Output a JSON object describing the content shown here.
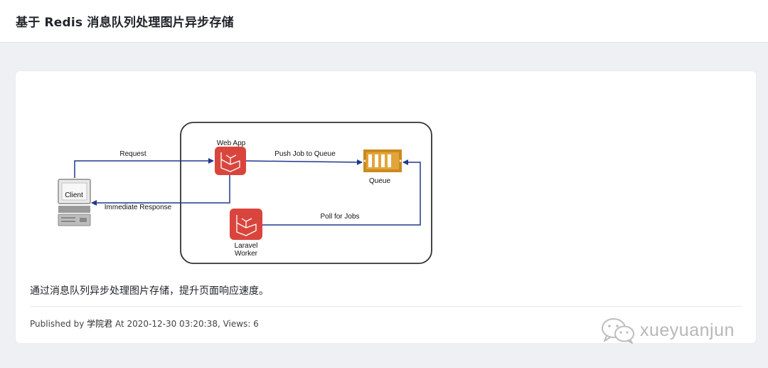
{
  "header": {
    "title": "基于 Redis 消息队列处理图片异步存储"
  },
  "diagram": {
    "nodes": {
      "client": "Client",
      "web_app": "Web App",
      "queue": "Queue",
      "worker_line1": "Laravel",
      "worker_line2": "Worker"
    },
    "edges": {
      "request": "Request",
      "immediate_response": "Immediate Response",
      "push_job": "Push Job to Queue",
      "poll_jobs": "Poll for Jobs"
    },
    "icons": [
      "computer-icon",
      "laravel-icon",
      "queue-icon"
    ],
    "colors": {
      "laravel_red": "#d9453d",
      "queue_gold": "#c98a1e",
      "arrow_blue": "#22378c"
    }
  },
  "post": {
    "caption": "通过消息队列异步处理图片存储，提升页面响应速度。",
    "meta_prefix": "Published by",
    "author": "学院君",
    "meta_suffix": "At 2020-12-30 03:20:38, Views: 6"
  },
  "watermark": {
    "text": "xueyuanjun",
    "icon": "wechat-icon"
  }
}
